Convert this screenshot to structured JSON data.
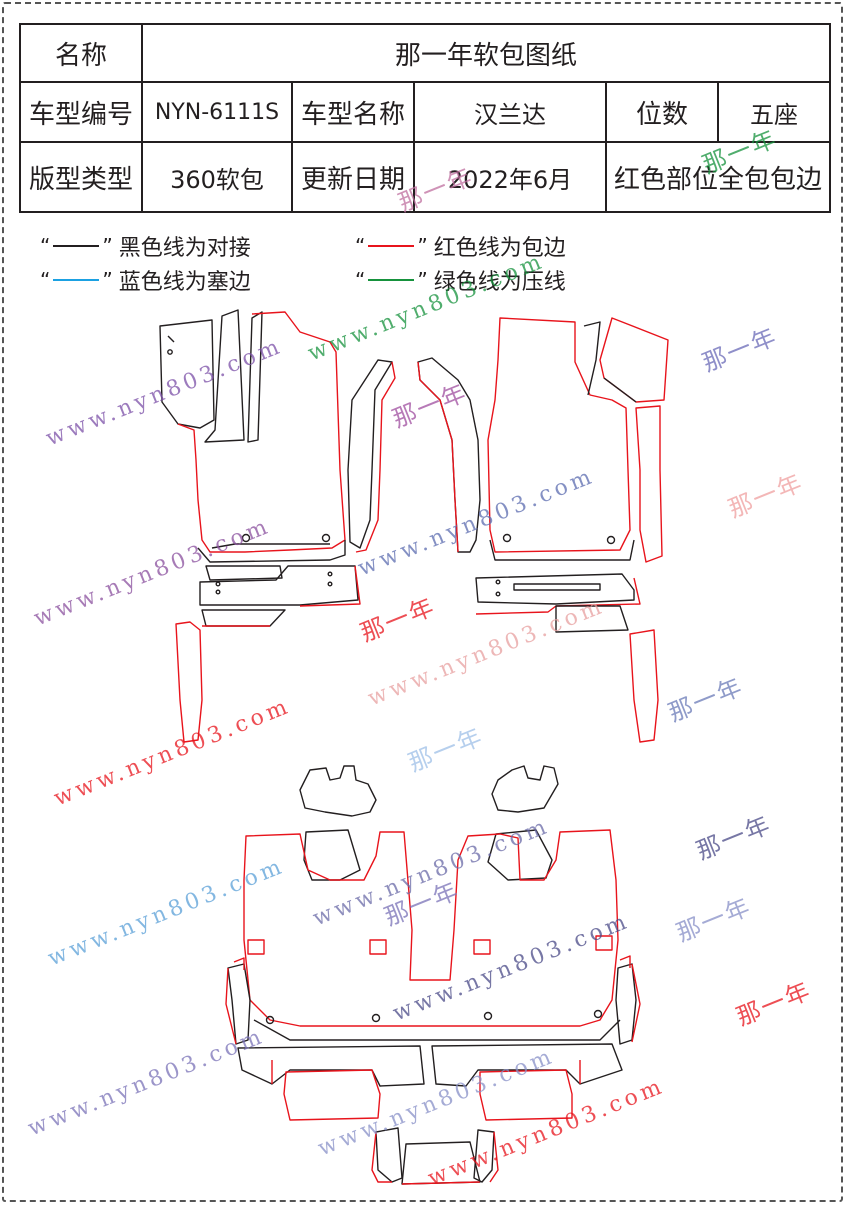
{
  "table": {
    "name_label": "名称",
    "name_value": "那一年软包图纸",
    "model_code_label": "车型编号",
    "model_code_value": "NYN-6111S",
    "model_name_label": "车型名称",
    "model_name_value": "汉兰达",
    "seats_label": "位数",
    "seats_value": "五座",
    "version_type_label": "版型类型",
    "version_type_value": "360软包",
    "update_date_label": "更新日期",
    "update_date_value": "2022年6月",
    "note": "红色部位全包包边"
  },
  "legend": {
    "black": {
      "quote_open": "“",
      "quote_close": "”",
      "text": "黑色线为对接",
      "color": "#231f20"
    },
    "red": {
      "quote_open": "“",
      "quote_close": "”",
      "text": "红色线为包边",
      "color": "#e8141c"
    },
    "blue": {
      "quote_open": "“",
      "quote_close": "”",
      "text": "蓝色线为塞边",
      "color": "#1ba1e2"
    },
    "green": {
      "quote_open": "“",
      "quote_close": "”",
      "text": "绿色线为压线",
      "color": "#16923d"
    }
  },
  "colors": {
    "outline_black": "#231f20",
    "outline_red": "#e8141c"
  },
  "watermarks": {
    "site": "www.nyn803.com",
    "brand": "那一年"
  }
}
